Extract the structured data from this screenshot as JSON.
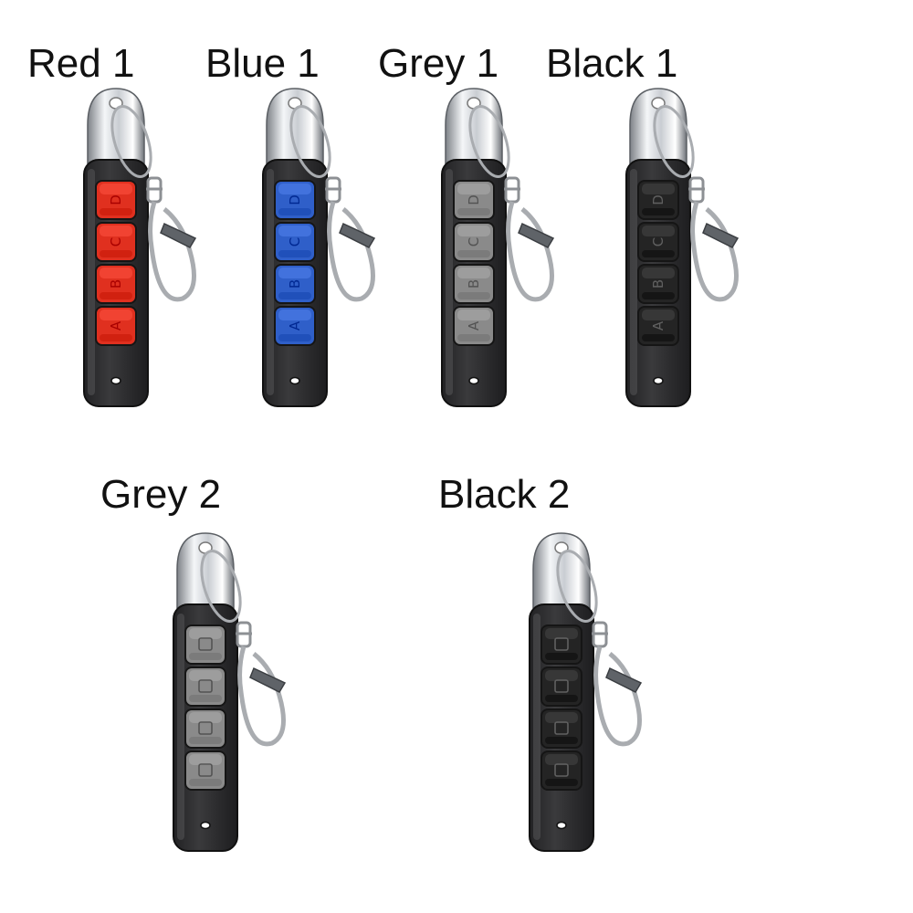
{
  "variants": [
    {
      "label": "Red 1",
      "button_color": "#e0301f",
      "button_style": "abcd"
    },
    {
      "label": "Blue 1",
      "button_color": "#2f5fc9",
      "button_style": "abcd"
    },
    {
      "label": "Grey 1",
      "button_color": "#8a8a8a",
      "button_style": "abcd"
    },
    {
      "label": "Black 1",
      "button_color": "#242424",
      "button_style": "abcd"
    },
    {
      "label": "Grey 2",
      "button_color": "#8a8a8a",
      "button_style": "lock-icons"
    },
    {
      "label": "Black 2",
      "button_color": "#242424",
      "button_style": "lock-icons"
    }
  ],
  "colors": {
    "body": "#3a3a3c",
    "chrome": "#c9cdd2",
    "ring": "#a9acb0"
  }
}
